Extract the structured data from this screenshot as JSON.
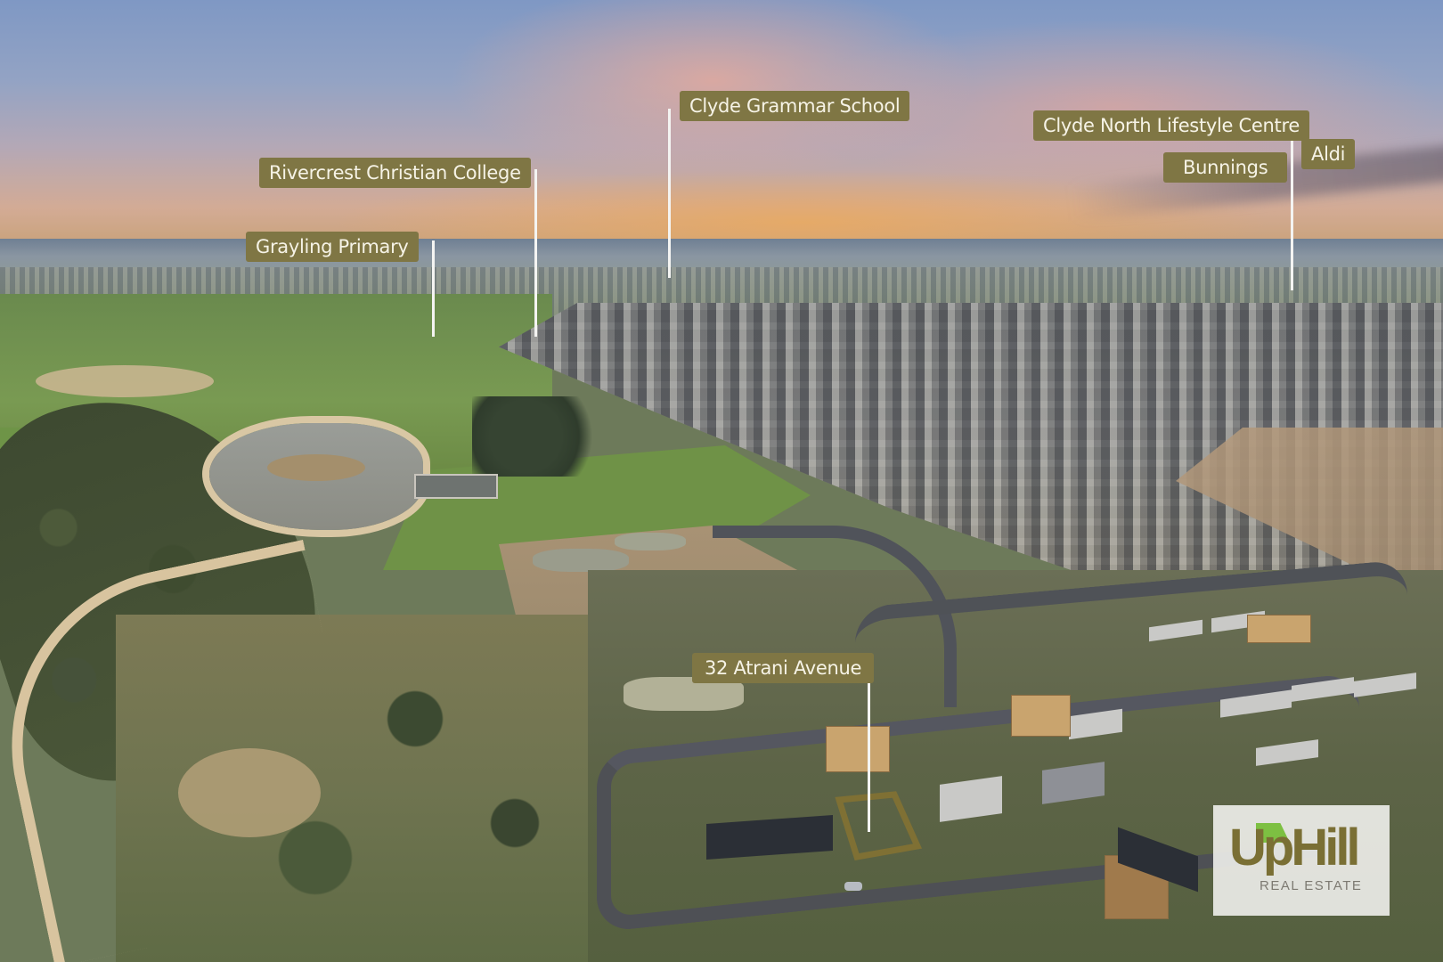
{
  "image": {
    "type": "aerial-real-estate-photo",
    "description": "Aerial drone photo at sunset over a new housing estate with wetlands, labelled points of interest"
  },
  "labels": [
    {
      "id": "clyde-grammar",
      "text": "Clyde Grammar School"
    },
    {
      "id": "rivercrest",
      "text": "Rivercrest Christian College"
    },
    {
      "id": "grayling",
      "text": "Grayling Primary"
    },
    {
      "id": "clyde-north-lifestyle",
      "text": "Clyde North Lifestyle Centre"
    },
    {
      "id": "bunnings",
      "text": "Bunnings"
    },
    {
      "id": "aldi",
      "text": "Aldi"
    },
    {
      "id": "property",
      "text": "32 Atrani Avenue"
    }
  ],
  "logo": {
    "brand_word": "UpHill",
    "subtitle": "REAL ESTATE",
    "colors": {
      "word": "#7a6f34",
      "roof": "#7dc042",
      "subtitle": "#7d7a72",
      "background": "#f0f0ec"
    }
  },
  "colors": {
    "label_background": "#7f7644",
    "label_text": "#f6f3e6",
    "pin_line": "#f4f4f2",
    "plot_outline": "#7f7034"
  }
}
